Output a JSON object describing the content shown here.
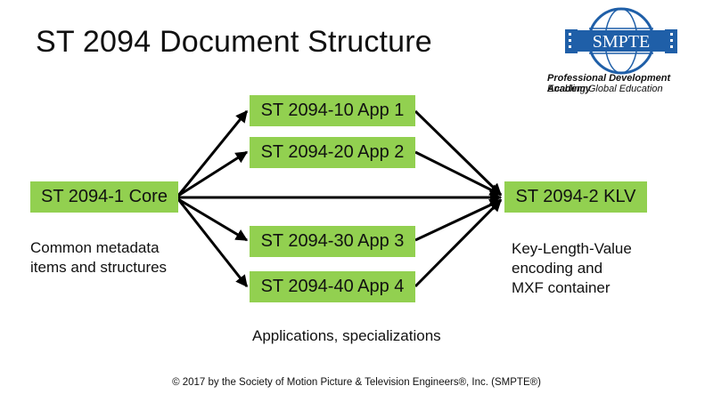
{
  "title": "ST 2094 Document Structure",
  "logo": {
    "text": "SMPTE",
    "academy": "Professional Development Academy",
    "tagline": "Enabling Global Education"
  },
  "boxes": {
    "core": "ST 2094-1 Core",
    "app1": "ST 2094-10 App 1",
    "app2": "ST 2094-20 App 2",
    "app3": "ST 2094-30 App 3",
    "app4": "ST 2094-40 App 4",
    "klv": "ST 2094-2 KLV"
  },
  "notes": {
    "core_lines": [
      "Common metadata",
      "items and structures"
    ],
    "apps_line": "Applications, specializations",
    "klv_lines": [
      "Key-Length-Value",
      "encoding and",
      "MXF container"
    ]
  },
  "footer": "© 2017 by the Society of Motion Picture & Television Engineers®, Inc. (SMPTE®)",
  "colors": {
    "box_fill": "#92d050",
    "logo_blue": "#1f5fa8",
    "arrow": "#000000"
  }
}
